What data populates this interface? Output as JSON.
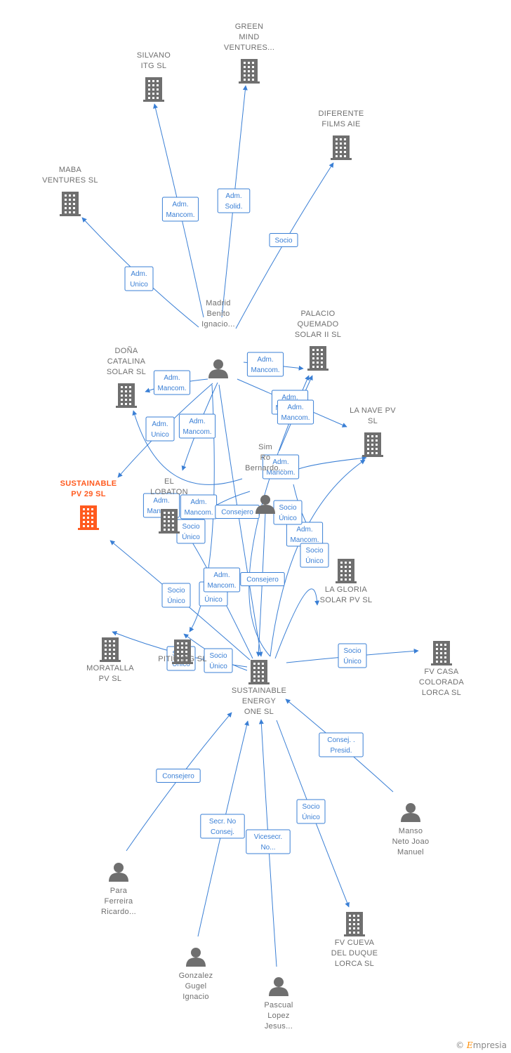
{
  "colors": {
    "edge": "#3a7fd5",
    "node": "#6f6f6f",
    "focus": "#ff5a1f"
  },
  "nodes": [
    {
      "id": "silvano",
      "kind": "company",
      "lines": [
        "SILVANO",
        "ITG  SL"
      ]
    },
    {
      "id": "green",
      "kind": "company",
      "lines": [
        "GREEN",
        "MIND",
        "VENTURES..."
      ]
    },
    {
      "id": "diferente",
      "kind": "company",
      "lines": [
        "DIFERENTE",
        "FILMS  AIE"
      ]
    },
    {
      "id": "maba",
      "kind": "company",
      "lines": [
        "MABA",
        "VENTURES  SL"
      ]
    },
    {
      "id": "madrid",
      "kind": "person",
      "lines": [
        "Madrid",
        "Benito",
        "Ignacio..."
      ]
    },
    {
      "id": "palacio",
      "kind": "company",
      "lines": [
        "PALACIO",
        "QUEMADO",
        "SOLAR II  SL"
      ]
    },
    {
      "id": "dona",
      "kind": "company",
      "lines": [
        "DOÑA",
        "CATALINA",
        "SOLAR  SL"
      ]
    },
    {
      "id": "lanave",
      "kind": "company",
      "lines": [
        "LA NAVE PV",
        "SL"
      ]
    },
    {
      "id": "simon",
      "kind": "person",
      "lines": [
        "Sim",
        "Ro",
        "Bernardo..."
      ]
    },
    {
      "id": "sustainable29",
      "kind": "focus",
      "lines": [
        "SUSTAINABLE",
        "PV 29  SL"
      ]
    },
    {
      "id": "lobaton",
      "kind": "company",
      "lines": [
        "EL",
        "LOBATON"
      ]
    },
    {
      "id": "lagloria",
      "kind": "company",
      "lines": [
        "LA GLORIA",
        "SOLAR PV  SL"
      ]
    },
    {
      "id": "moratalla",
      "kind": "company",
      "lines": [
        "MORATALLA",
        "PV  SL"
      ]
    },
    {
      "id": "pitiu",
      "kind": "company",
      "lines": [
        "PITIU ITG  SL"
      ]
    },
    {
      "id": "sone",
      "kind": "company",
      "lines": [
        "SUSTAINABLE",
        "ENERGY",
        "ONE  SL"
      ]
    },
    {
      "id": "casacolorada",
      "kind": "company",
      "lines": [
        "FV CASA",
        "COLORADA",
        "LORCA SL"
      ]
    },
    {
      "id": "manso",
      "kind": "person",
      "lines": [
        "Manso",
        "Neto Joao",
        "Manuel"
      ]
    },
    {
      "id": "para",
      "kind": "person",
      "lines": [
        "Para",
        "Ferreira",
        "Ricardo..."
      ]
    },
    {
      "id": "cueva",
      "kind": "company",
      "lines": [
        "FV CUEVA",
        "DEL DUQUE",
        "LORCA SL"
      ]
    },
    {
      "id": "gonzalez",
      "kind": "person",
      "lines": [
        "Gonzalez",
        "Gugel",
        "Ignacio"
      ]
    },
    {
      "id": "pascual",
      "kind": "person",
      "lines": [
        "Pascual",
        "Lopez",
        "Jesus..."
      ]
    }
  ],
  "relations": [
    {
      "from": "madrid",
      "to": "silvano",
      "lines": [
        "Adm.",
        "Mancom."
      ]
    },
    {
      "from": "madrid",
      "to": "green",
      "lines": [
        "Adm.",
        "Solid."
      ]
    },
    {
      "from": "madrid",
      "to": "diferente",
      "lines": [
        "Socio"
      ]
    },
    {
      "from": "madrid",
      "to": "maba",
      "lines": [
        "Adm.",
        "Unico"
      ]
    },
    {
      "from": "madrid",
      "to": "palacio",
      "lines": [
        "Adm.",
        "Mancom."
      ]
    },
    {
      "from": "madrid",
      "to": "dona",
      "lines": [
        "Adm.",
        "Mancom."
      ]
    },
    {
      "from": "madrid",
      "to": "lanave",
      "lines": [
        "Adm.",
        "Mancom."
      ]
    },
    {
      "from": "madrid",
      "to": "sustainable29",
      "lines": [
        "Adm.",
        "Unico"
      ]
    },
    {
      "from": "madrid",
      "to": "lobaton",
      "lines": [
        "Adm.",
        "Mancom."
      ]
    },
    {
      "from": "simon",
      "to": "palacio",
      "lines": [
        "Adm.",
        "Mancom."
      ]
    },
    {
      "from": "simon",
      "to": "lanave",
      "lines": [
        "Adm.",
        "Mancom."
      ]
    },
    {
      "from": "simon",
      "to": "lagloria",
      "lines": [
        "Adm.",
        "Mancom."
      ]
    },
    {
      "from": "simon",
      "to": "dona",
      "lines": [
        "Adm.",
        "Mancom."
      ]
    },
    {
      "from": "simon",
      "to": "lobaton",
      "lines": [
        "Adm.",
        "Mancom."
      ]
    },
    {
      "from": "madrid",
      "to": "sone",
      "lines": [
        "Consejero"
      ]
    },
    {
      "from": "simon",
      "to": "sone",
      "lines": [
        "Consejero"
      ]
    },
    {
      "from": "sone",
      "to": "sustainable29",
      "lines": [
        "Socio",
        "Único"
      ]
    },
    {
      "from": "sone",
      "to": "lobaton",
      "lines": [
        "Socio",
        "Único"
      ]
    },
    {
      "from": "sone",
      "to": "lanave",
      "lines": [
        "Socio",
        "Único"
      ]
    },
    {
      "from": "sone",
      "to": "lagloria",
      "lines": [
        "Socio",
        "Único"
      ]
    },
    {
      "from": "sone",
      "to": "palacio",
      "lines": [
        "Socio",
        "Único"
      ]
    },
    {
      "from": "sone",
      "to": "moratalla",
      "lines": [
        "Socio",
        "Único"
      ]
    },
    {
      "from": "sone",
      "to": "pitiu",
      "lines": [
        "Socio",
        "Único"
      ]
    },
    {
      "from": "sone",
      "to": "casacolorada",
      "lines": [
        "Socio",
        "Único"
      ]
    },
    {
      "from": "manso",
      "to": "sone",
      "lines": [
        "Consej. .",
        "Presid."
      ]
    },
    {
      "from": "para",
      "to": "sone",
      "lines": [
        "Consejero"
      ]
    },
    {
      "from": "gonzalez",
      "to": "sone",
      "lines": [
        "Secr.  No",
        "Consej."
      ]
    },
    {
      "from": "pascual",
      "to": "sone",
      "lines": [
        "Vicesecr.",
        "No..."
      ]
    },
    {
      "from": "sone",
      "to": "cueva",
      "lines": [
        "Socio",
        "Único"
      ]
    },
    {
      "from": "madrid",
      "to": "moratalla",
      "lines": [
        "Adm.",
        "Mancom."
      ]
    }
  ],
  "brand": {
    "copyright": "©",
    "name": "mpresia",
    "initial": "E"
  }
}
